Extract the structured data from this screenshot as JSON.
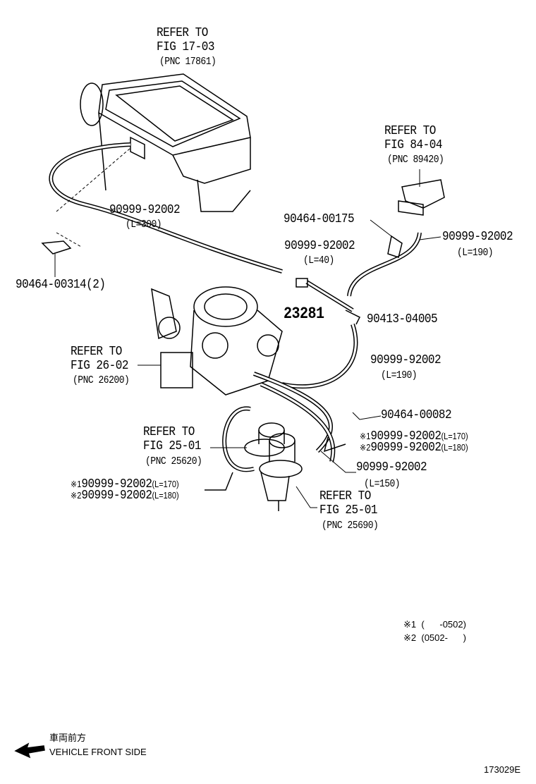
{
  "callouts": {
    "air_cleaner": {
      "line1": "REFER TO",
      "line2": "FIG 17-03",
      "line3": "(PNC 17861)"
    },
    "sensor": {
      "line1": "REFER TO",
      "line2": "FIG 84-04",
      "line3": "(PNC 89420)"
    },
    "throttle": {
      "line1": "REFER TO",
      "line2": "FIG 26-02",
      "line3": "(PNC 26200)"
    },
    "valve_a": {
      "line1": "REFER TO",
      "line2": "FIG 25-01",
      "line3": "(PNC 25620)"
    },
    "valve_b": {
      "line1": "REFER TO",
      "line2": "FIG 25-01",
      "line3": "(PNC 25690)"
    }
  },
  "parts": {
    "hose_300": {
      "number": "90999-92002",
      "length": "(L=300)"
    },
    "clamp_314": {
      "number": "90464-00314(2)"
    },
    "clamp_175": {
      "number": "90464-00175"
    },
    "hose_40": {
      "number": "90999-92002",
      "length": "(L=40)"
    },
    "part_23281": {
      "number": "23281"
    },
    "hose_190_top": {
      "number": "90999-92002",
      "length": "(L=190)"
    },
    "tee_04005": {
      "number": "90413-04005"
    },
    "hose_190_mid": {
      "number": "90999-92002",
      "length": "(L=190)"
    },
    "clamp_082": {
      "number": "90464-00082"
    },
    "hose_right_var": [
      {
        "mark": "※1",
        "number": "90999-92002",
        "length": "(L=170)"
      },
      {
        "mark": "※2",
        "number": "90999-92002",
        "length": "(L=180)"
      }
    ],
    "hose_150": {
      "number": "90999-92002",
      "length": "(L=150)"
    },
    "hose_left_var": [
      {
        "mark": "※1",
        "number": "90999-92002",
        "length": "(L=170)"
      },
      {
        "mark": "※2",
        "number": "90999-92002",
        "length": "(L=180)"
      }
    ]
  },
  "legend": [
    {
      "mark": "※1",
      "range": "(      -0502)"
    },
    {
      "mark": "※2",
      "range": "(0502-      )"
    }
  ],
  "direction": {
    "japanese": "車両前方",
    "english": "VEHICLE FRONT SIDE"
  },
  "figure_id": "173029E"
}
